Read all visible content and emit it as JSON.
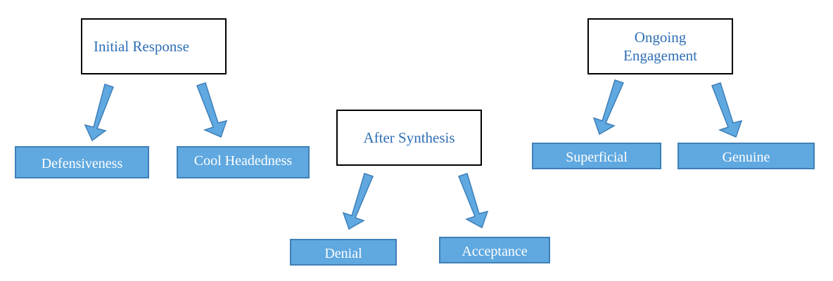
{
  "diagram": {
    "colors": {
      "stage_text": "#2f6fb6",
      "stage_border": "#000000",
      "outcome_fill": "#5fa8e0",
      "outcome_border": "#3f7fb8",
      "outcome_text": "#ffffff",
      "arrow_fill": "#5fa8e0",
      "arrow_stroke": "#3f7fb8"
    },
    "stages": [
      {
        "label": "Initial Response",
        "outcomes": [
          "Defensiveness",
          "Cool Headedness"
        ]
      },
      {
        "label": "After Synthesis",
        "outcomes": [
          "Denial",
          "Acceptance"
        ]
      },
      {
        "label": "Ongoing Engagement",
        "outcomes": [
          "Superficial",
          "Genuine"
        ]
      }
    ]
  }
}
